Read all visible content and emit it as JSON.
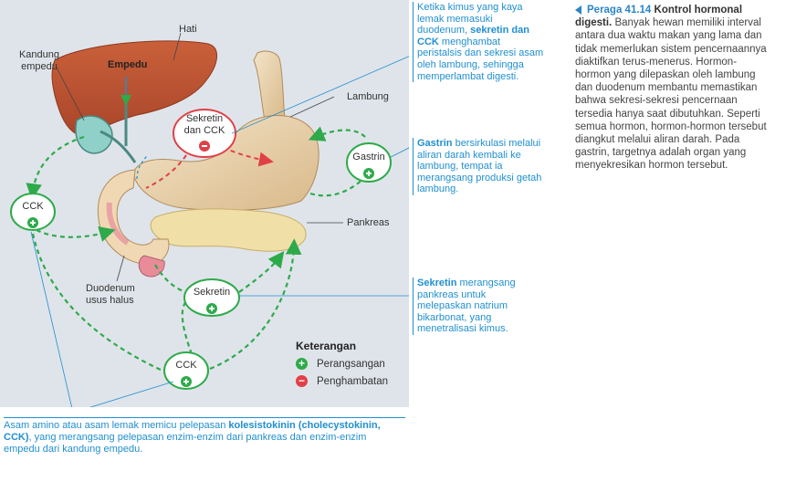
{
  "organs": {
    "liver": "Hati",
    "gallbladder": "Kandung empedu",
    "bile": "Empedu",
    "stomach": "Lambung",
    "pancreas": "Pankreas",
    "duodenum": "Duodenum usus halus"
  },
  "hormones": {
    "secretin_cck_top": "Sekretin dan CCK",
    "gastrin": "Gastrin",
    "cck_left": "CCK",
    "secretin": "Sekretin",
    "cck_bottom": "CCK"
  },
  "notes": {
    "top": {
      "pre": "Ketika kimus yang kaya lemak memasuki duodenum, ",
      "bold": "sekretin dan CCK",
      "post": " menghambat peristalsis dan sekresi asam oleh lambung, sehingga memperlambat digesti."
    },
    "gastrin": {
      "bold": "Gastrin",
      "post": " bersirkulasi melalui aliran darah kembali ke lambung, tempat ia merangsang produksi getah lambung."
    },
    "secretin": {
      "bold": "Sekretin",
      "post": " merangsang pankreas untuk melepaskan natrium bikarbonat, yang menetralisasi kimus."
    },
    "bottom": {
      "pre": "Asam amino atau asam lemak memicu pelepasan ",
      "bold": "kolesistokinin (cholecystokinin, CCK)",
      "post": ", yang merangsang pelepasan enzim-enzim dari pankreas dan enzim-enzim empedu dari kandung empedu."
    }
  },
  "legend": {
    "title": "Keterangan",
    "stim": "Perangsangan",
    "inhib": "Penghambatan"
  },
  "caption": {
    "figure": "Peraga 41.14",
    "title": "Kontrol hormonal digesti.",
    "body": "Banyak hewan memiliki interval antara dua waktu makan yang lama dan tidak memerlukan sistem pencernaannya diaktifkan terus-menerus. Hormon-hormon yang dilepaskan oleh lambung dan duodenum membantu memastikan bahwa sekresi-sekresi pencernaan tersedia hanya saat dibutuhkan. Seperti semua hormon, hormon-hormon tersebut diangkut melalui aliran darah. Pada gastrin, targetnya adalah organ yang menyekresikan hormon tersebut."
  },
  "colors": {
    "stim": "#2eaa4a",
    "inhib": "#e04048",
    "note": "#1f8fd0",
    "panel": "#dfe4ea"
  }
}
